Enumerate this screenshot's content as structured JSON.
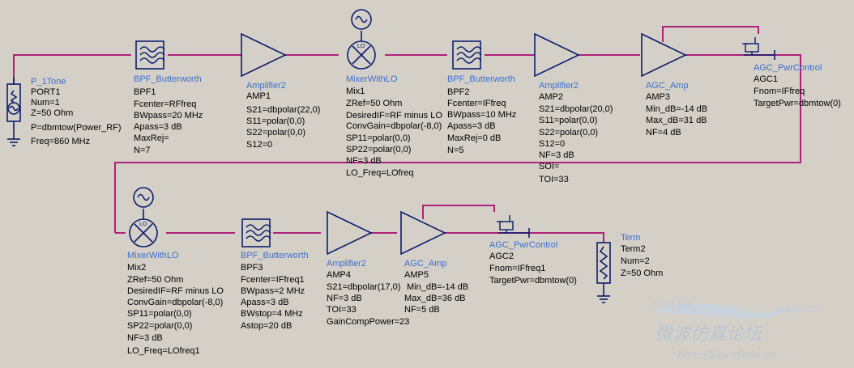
{
  "components": [
    {
      "id": "p1tone",
      "type": "P_1Tone",
      "inst": "PORT1",
      "params": [
        "Num=1",
        "Z=50 Ohm",
        "P=dbmtow(Power_RF)",
        "Freq=860 MHz"
      ]
    },
    {
      "id": "bpf1",
      "type": "BPF_Butterworth",
      "inst": "BPF1",
      "params": [
        "Fcenter=RFfreq",
        "BWpass=20 MHz",
        "Apass=3 dB",
        "MaxRej=",
        "N=7"
      ]
    },
    {
      "id": "amp1",
      "type": "Amplifier2",
      "inst": "AMP1",
      "params": [
        "S21=dbpolar(22,0)",
        "S11=polar(0,0)",
        "S22=polar(0,0)",
        "S12=0"
      ]
    },
    {
      "id": "mix1",
      "type": "MixerWithLO",
      "inst": "Mix1",
      "params": [
        "ZRef=50 Ohm",
        "DesiredIF=RF minus LO",
        "ConvGain=dbpolar(-8,0)",
        "SP11=polar(0,0)",
        "SP22=polar(0,0)",
        "NF=3 dB",
        "LO_Freq=LOfreq"
      ]
    },
    {
      "id": "bpf2",
      "type": "BPF_Butterworth",
      "inst": "BPF2",
      "params": [
        "Fcenter=IFfreq",
        "BWpass=10 MHz",
        "Apass=3 dB",
        "MaxRej=0 dB",
        "N=5"
      ]
    },
    {
      "id": "amp2",
      "type": "Amplifier2",
      "inst": "AMP2",
      "params": [
        "S21=dbpolar(20,0)",
        "S11=polar(0,0)",
        "S22=polar(0,0)",
        "S12=0",
        "NF=3 dB",
        "SOI=",
        "TOI=33"
      ]
    },
    {
      "id": "amp3",
      "type": "AGC_Amp",
      "inst": "AMP3",
      "params": [
        "Min_dB=-14 dB",
        "Max_dB=31 dB",
        "NF=4 dB"
      ]
    },
    {
      "id": "agc1",
      "type": "AGC_PwrControl",
      "inst": "AGC1",
      "params": [
        "Fnom=IFfreq",
        "TargetPwr=dbmtow(0)"
      ]
    },
    {
      "id": "mix2",
      "type": "MixerWithLO",
      "inst": "Mix2",
      "params": [
        "ZRef=50 Ohm",
        "DesiredIF=RF minus LO",
        "ConvGain=dbpolar(-8,0)",
        "SP11=polar(0,0)",
        "SP22=polar(0,0)",
        "NF=3 dB",
        "LO_Freq=LOfreq1"
      ]
    },
    {
      "id": "bpf3",
      "type": "BPF_Butterworth",
      "inst": "BPF3",
      "params": [
        "Fcenter=IFfreq1",
        "BWpass=2 MHz",
        "Apass=3 dB",
        "BWstop=4 MHz",
        "Astop=20 dB"
      ]
    },
    {
      "id": "amp4",
      "type": "Amplifier2",
      "inst": "AMP4",
      "params": [
        "S21=dbpolar(17,0)",
        "NF=3 dB",
        "TOI=33",
        "GainCompPower=23"
      ]
    },
    {
      "id": "amp5",
      "type": "AGC_Amp",
      "inst": "AMP5",
      "params": [
        "Min_dB=-14 dB",
        "Max_dB=36 dB",
        "NF=5 dB"
      ]
    },
    {
      "id": "agc2",
      "type": "AGC_PwrControl",
      "inst": "AGC2",
      "params": [
        "Fnom=IFfreq1",
        "TargetPwr=dbmtow(0)"
      ]
    },
    {
      "id": "term2",
      "type": "Term",
      "inst": "Term2",
      "params": [
        "Num=2",
        "Z=50 Ohm"
      ]
    }
  ],
  "watermark": {
    "line1": "射频工程师",
    "brand": "RFEDA.CN",
    "line2": "微波仿真论坛",
    "url": "http://bbs.rfeda.cn"
  },
  "colors": {
    "wire": "#b0207a",
    "symbol": "#0b1e6e",
    "label": "#3b6fcf",
    "background": "#d4d0c8"
  }
}
